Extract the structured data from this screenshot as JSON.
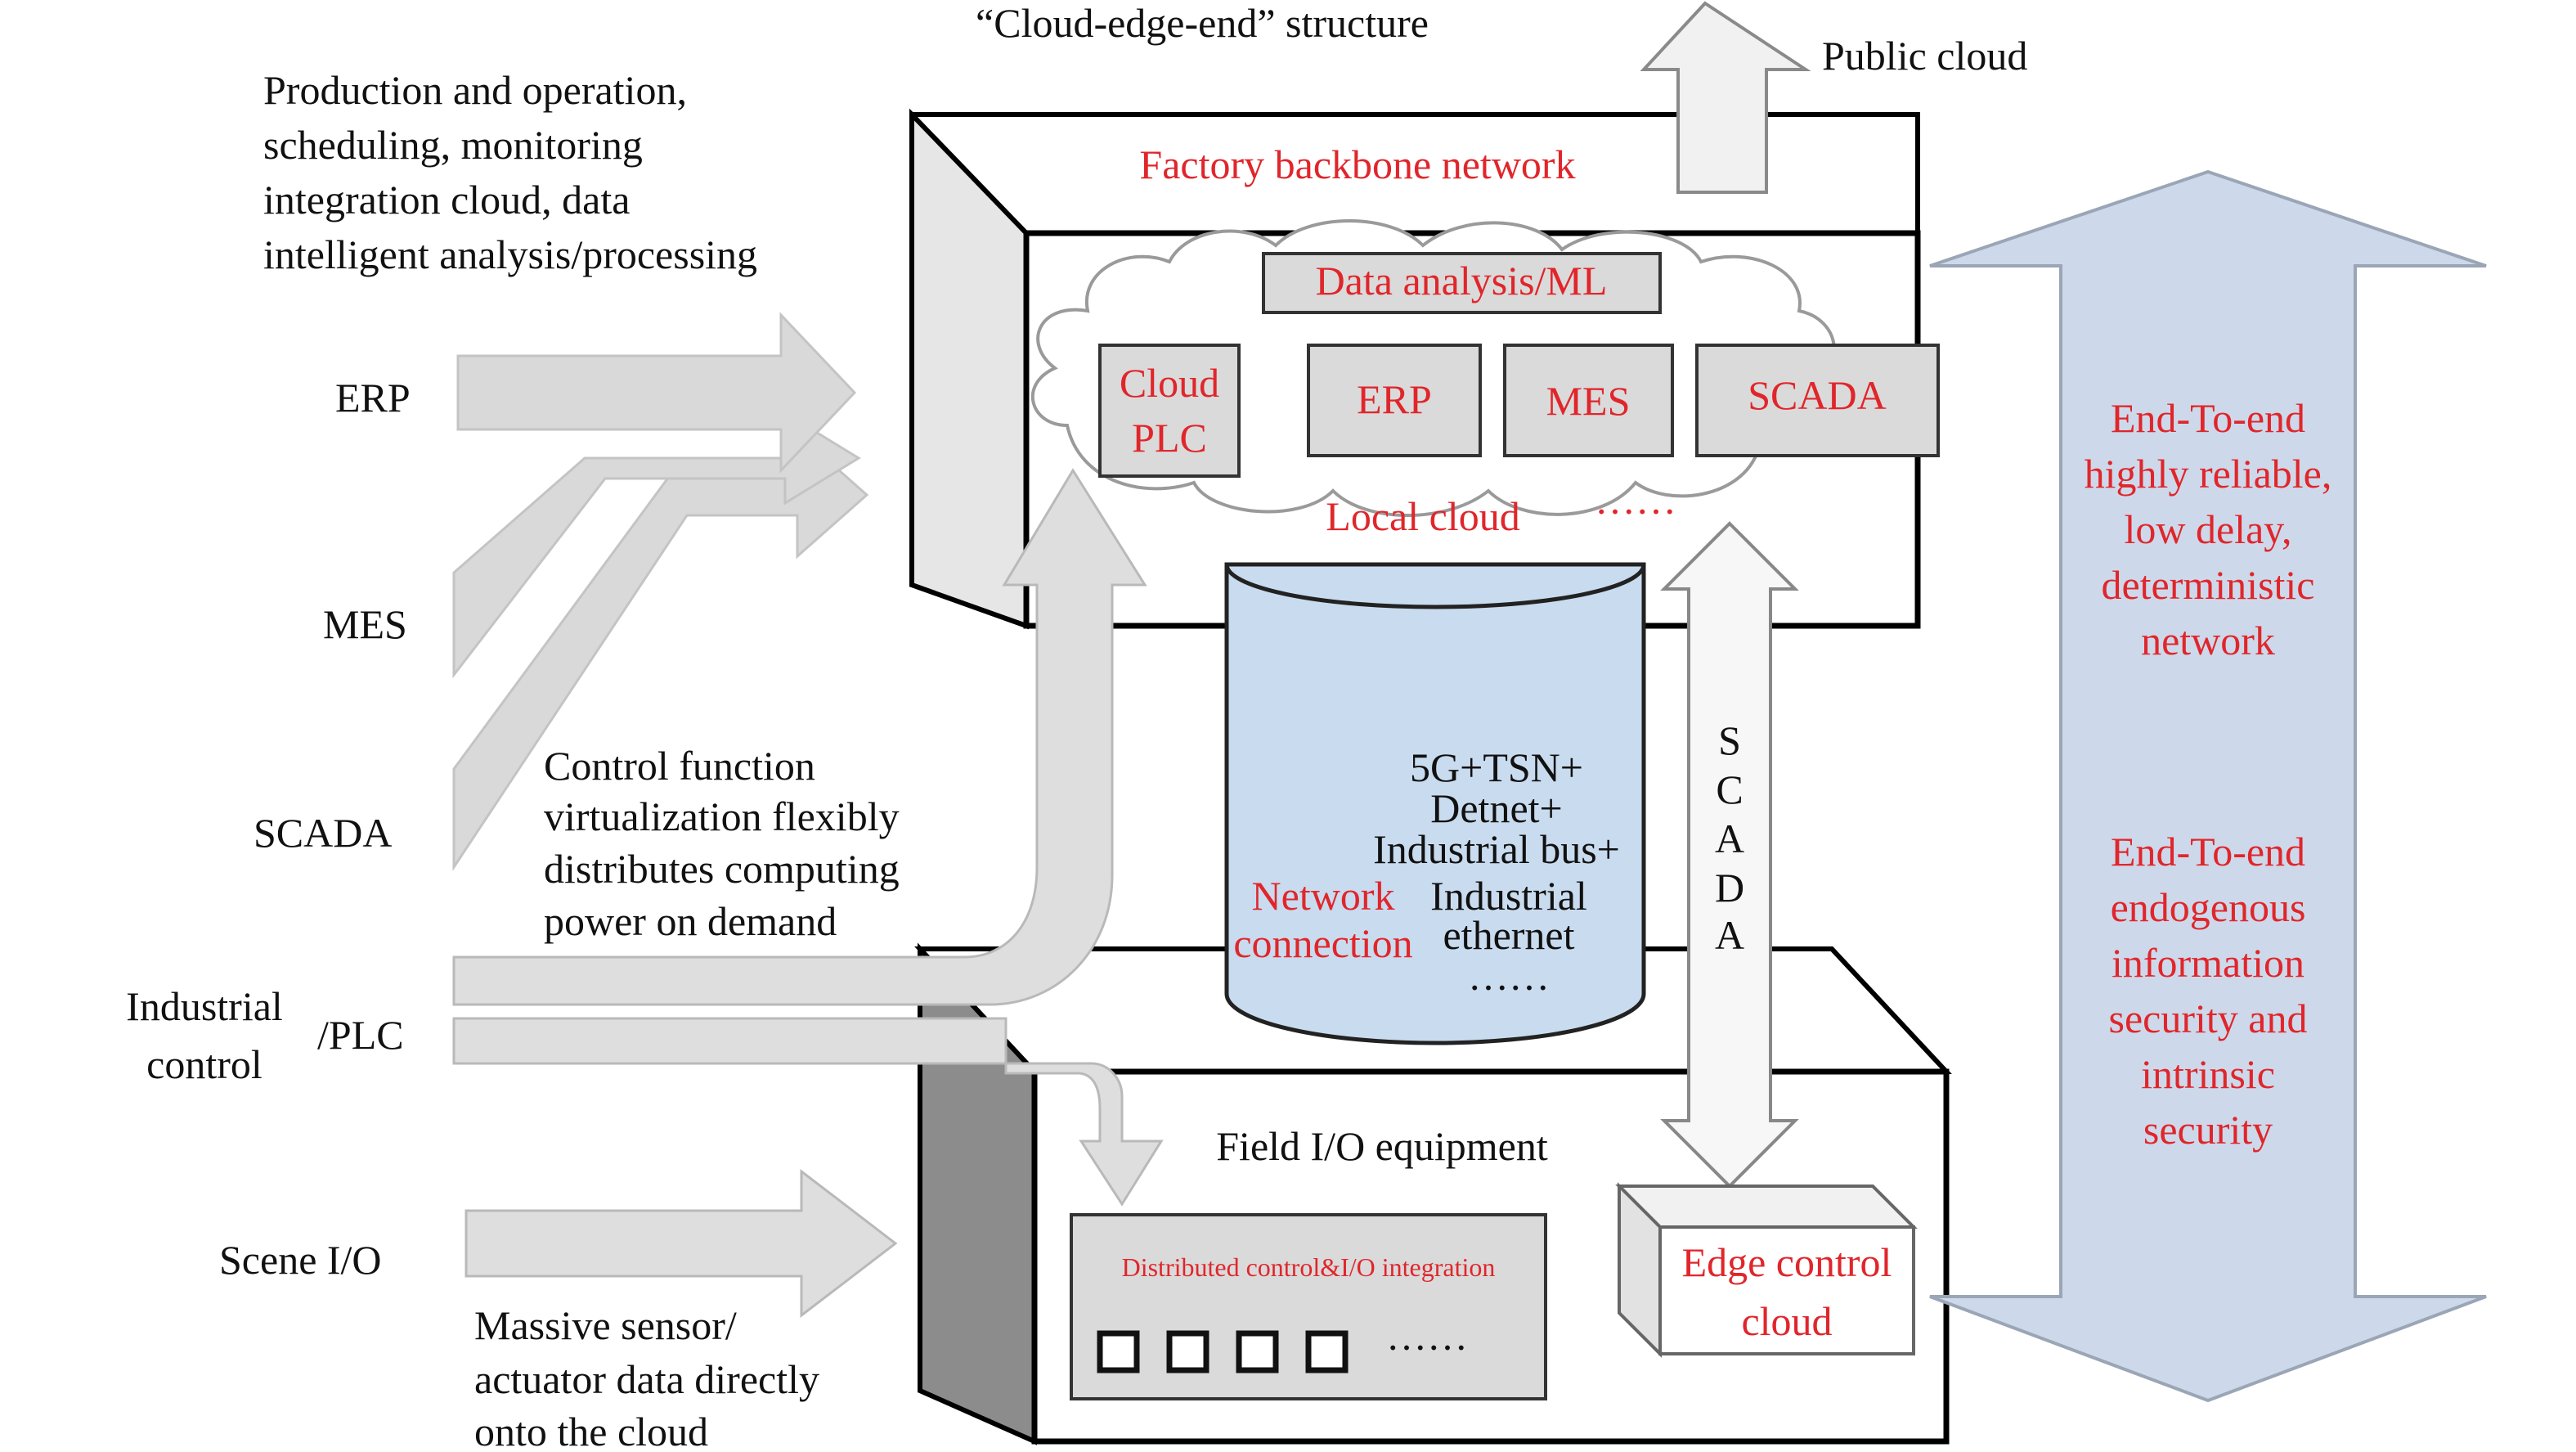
{
  "title": "“Cloud-edge-end” structure",
  "public_cloud": "Public cloud",
  "left_desc": [
    "Production and operation,",
    "scheduling, monitoring",
    "integration cloud, data",
    "intelligent analysis/processing"
  ],
  "left_labels": {
    "erp": "ERP",
    "mes": "MES",
    "scada": "SCADA",
    "industrial_control": [
      "Industrial",
      "control"
    ],
    "plc": "/PLC",
    "scene_io": "Scene I/O"
  },
  "control_virtualization": [
    "Control function",
    "virtualization flexibly",
    "distributes computing",
    "power on demand"
  ],
  "sensor_text": [
    "Massive sensor/",
    "actuator data directly",
    "onto the cloud"
  ],
  "factory_backbone": "Factory backbone network",
  "data_analysis": "Data analysis/ML",
  "cloud_modules": {
    "cloud_plc": [
      "Cloud",
      "PLC"
    ],
    "erp": "ERP",
    "mes": "MES",
    "scada": "SCADA"
  },
  "local_cloud": "Local cloud",
  "ellipsis": "……",
  "network_connection": [
    "Network",
    "connection"
  ],
  "network_tech": [
    "5G+TSN+",
    "Detnet+",
    "Industrial bus+",
    "Industrial",
    "ethernet",
    "……"
  ],
  "scada_vertical": [
    "S",
    "C",
    "A",
    "D",
    "A"
  ],
  "field_io": "Field I/O equipment",
  "distributed_control": "Distributed control&I/O integration",
  "edge_control": [
    "Edge control",
    "cloud"
  ],
  "right_text_top": [
    "End-To-end",
    "highly reliable,",
    "low delay,",
    "deterministic",
    "network"
  ],
  "right_text_bottom": [
    "End-To-end",
    "endogenous",
    "information",
    "security and",
    "intrinsic",
    "security"
  ],
  "colors": {
    "text_black": "#111111",
    "text_red": "#e0262b",
    "arrow_gray": "#d6d6d6",
    "box_gray": "#d9d9d9",
    "cylinder_blue": "#c9dbee",
    "big_arrow_blue": "#cdd9ea",
    "dark_panel": "#8c8c8c"
  }
}
